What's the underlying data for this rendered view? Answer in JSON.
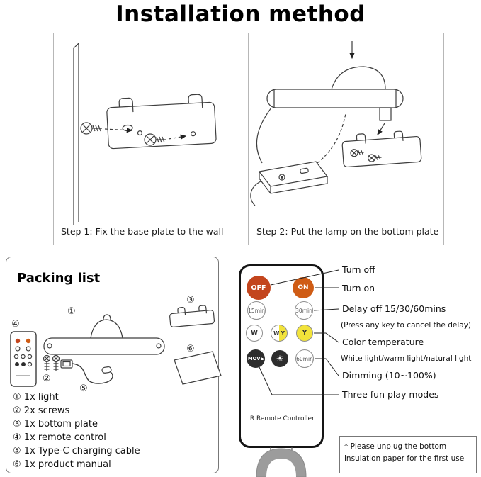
{
  "title": "Installation method",
  "steps": {
    "step1_caption": "Step 1: Fix the base plate to the wall",
    "step2_caption": "Step 2: Put the lamp on the bottom plate"
  },
  "packing_list": {
    "heading": "Packing list",
    "items": [
      {
        "num": "①",
        "label": "1x light"
      },
      {
        "num": "②",
        "label": "2x screws"
      },
      {
        "num": "③",
        "label": "1x bottom plate"
      },
      {
        "num": "④",
        "label": "1x remote control"
      },
      {
        "num": "⑤",
        "label": "1x Type-C charging cable"
      },
      {
        "num": "⑥",
        "label": "1x product manual"
      }
    ]
  },
  "remote": {
    "label": "IR Remote Controller",
    "buttons": {
      "off": "OFF",
      "on": "ON",
      "delay15": "15min",
      "delay30": "30min",
      "white": "W",
      "mix_left": "W",
      "mix_right": "Y",
      "yellow": "Y",
      "move": "MOVE",
      "sun_icon": "☀",
      "delay60": "60min"
    },
    "colors": {
      "off_button": "#c3451d",
      "on_button": "#cf5c15",
      "yellow_button": "#f2e33a",
      "dark_button": "#2d2d2d",
      "holder_gray": "#9c9c9c"
    }
  },
  "annotations": {
    "turn_off": "Turn off",
    "turn_on": "Turn on",
    "delay": "Delay off  15/30/60mins",
    "delay_note": "(Press any key to cancel the delay)",
    "color_temperature": "Color temperature",
    "color_note": "White light/warm light/natural light",
    "dimming": "Dimming  (10~100%)",
    "modes": "Three fun play modes"
  },
  "footnote": "* Please unplug the bottom\ninsulation paper for the first use"
}
